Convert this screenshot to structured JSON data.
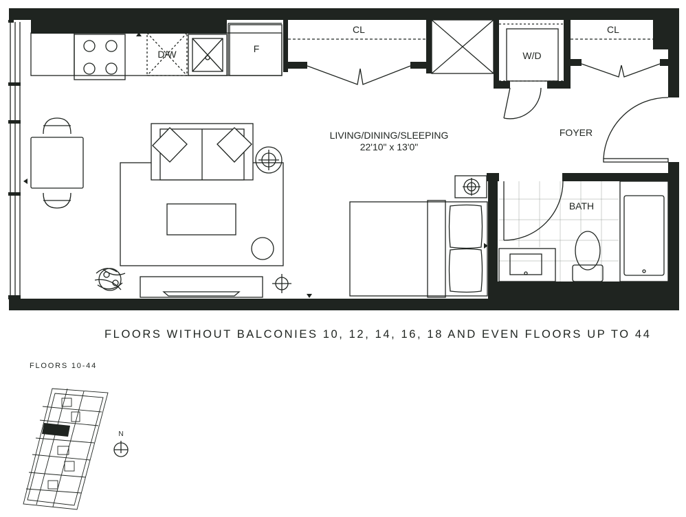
{
  "rooms": {
    "living": "LIVING/DINING/SLEEPING",
    "living_dim": "22'10\" x 13'0\"",
    "foyer": "FOYER",
    "bath": "BATH",
    "closet_1": "CL",
    "closet_2": "CL",
    "laundry": "W/D",
    "dishwasher": "D/W",
    "fridge": "F"
  },
  "caption": "FLOORS WITHOUT BALCONIES 10, 12, 14, 16, 18 AND EVEN FLOORS UP TO 44",
  "key_plan": {
    "title": "FLOORS 10-44",
    "north": "N"
  },
  "colors": {
    "wall": "#1f2420",
    "line": "#1f2420",
    "background": "#ffffff"
  }
}
